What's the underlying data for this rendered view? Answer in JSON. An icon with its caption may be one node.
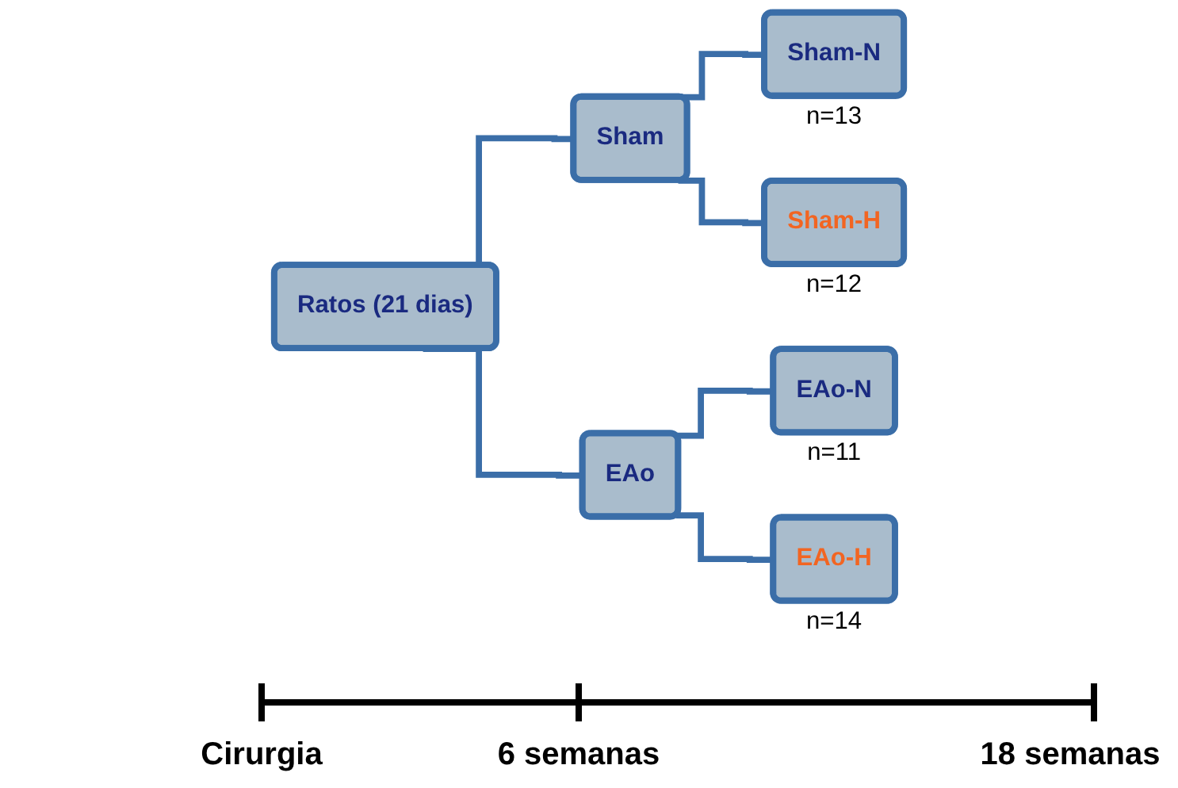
{
  "diagram": {
    "nodes": [
      {
        "text": [
          "Ratos (21 dias)"
        ]
      },
      {
        "text": [
          "Sham"
        ]
      },
      {
        "text": [
          "EAo"
        ]
      },
      {
        "text": [
          "Sham-N"
        ],
        "beside": [
          "n=13"
        ]
      },
      {
        "text": [
          "Sham-H"
        ],
        "beside": [
          "n=12"
        ]
      },
      {
        "text": [
          "EAo-N"
        ],
        "beside": [
          "n=11"
        ]
      },
      {
        "text": [
          "EAo-H"
        ],
        "beside": [
          "n=14"
        ]
      }
    ],
    "edges": [
      {
        "from": 0,
        "to": 1,
        "arrow": "none"
      },
      {
        "from": 0,
        "to": 2,
        "arrow": "none"
      },
      {
        "from": 1,
        "to": 3,
        "arrow": "none"
      },
      {
        "from": 1,
        "to": 4,
        "arrow": "none"
      },
      {
        "from": 2,
        "to": 5,
        "arrow": "none"
      },
      {
        "from": 2,
        "to": 6,
        "arrow": "none"
      }
    ],
    "labels": [
      "Cirurgia",
      "6 semanas",
      "18 semanas"
    ]
  }
}
